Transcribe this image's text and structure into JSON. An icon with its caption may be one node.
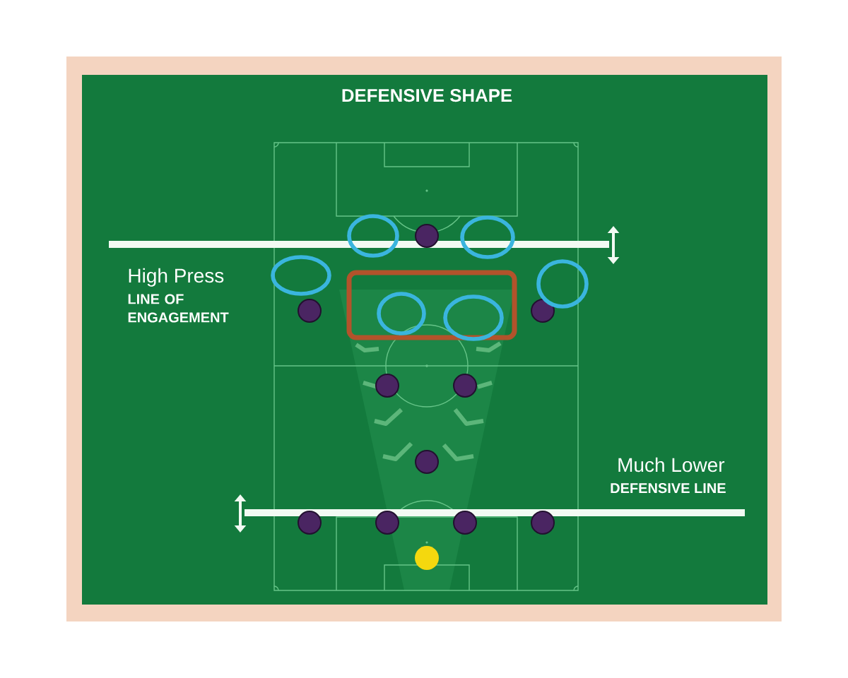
{
  "diagram": {
    "title": "DEFENSIVE SHAPE",
    "labels": [
      "High Press",
      "LINE OF ENGAGEMENT",
      "Much Lower",
      "DEFENSIVE LINE"
    ]
  }
}
